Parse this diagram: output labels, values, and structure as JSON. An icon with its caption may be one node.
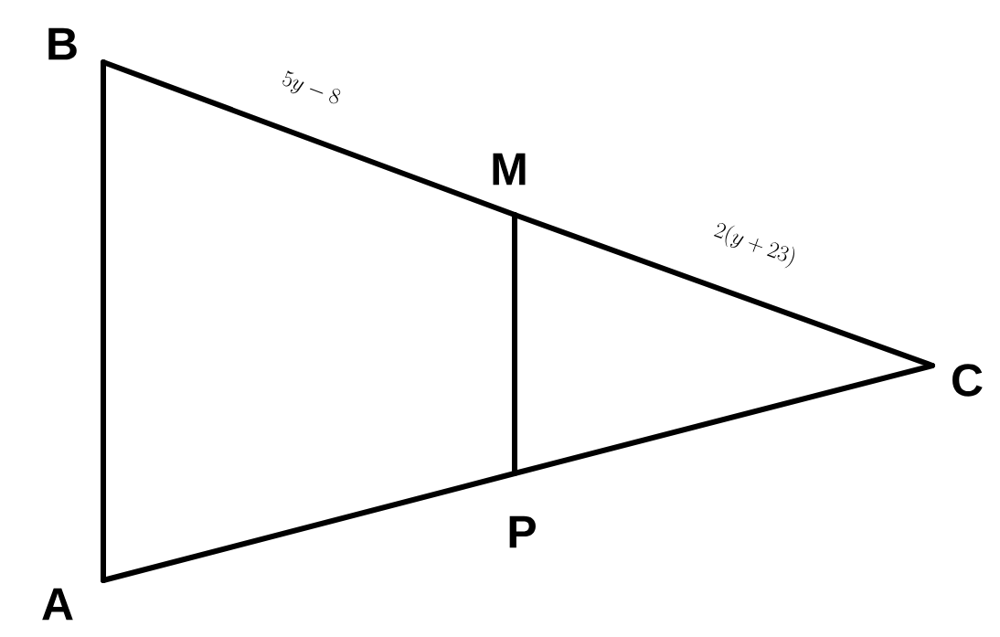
{
  "diagram": {
    "nodes": [
      {
        "text": [
          "B"
        ]
      },
      {
        "text": [
          "M"
        ]
      },
      {
        "text": [
          "C"
        ]
      },
      {
        "text": [
          "P"
        ]
      },
      {
        "text": [
          "A"
        ]
      }
    ],
    "edges": [
      {
        "from": 0,
        "to": 1,
        "arrow": "none",
        "label": "5y-8"
      },
      {
        "from": 1,
        "to": 2,
        "arrow": "none",
        "label": "2(y+23)"
      },
      {
        "from": 2,
        "to": 3,
        "arrow": "none"
      },
      {
        "from": 3,
        "to": 4,
        "arrow": "none"
      },
      {
        "from": 4,
        "to": 0,
        "arrow": "none"
      },
      {
        "from": 1,
        "to": 3,
        "arrow": "none"
      }
    ]
  }
}
